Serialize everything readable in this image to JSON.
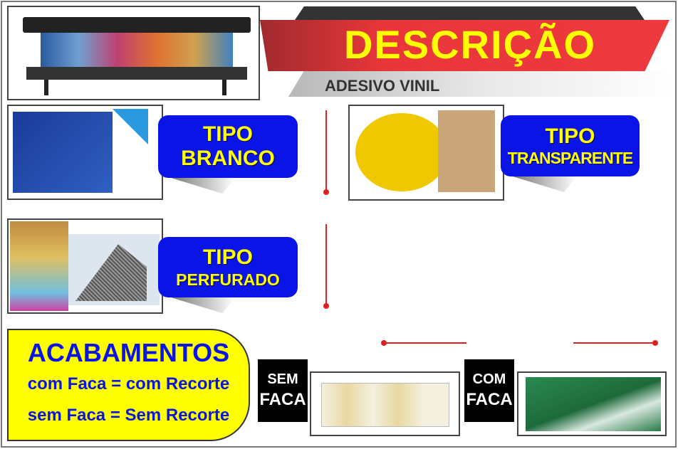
{
  "header": {
    "title": "DESCRIÇÃO",
    "subtitle": "ADESIVO VINIL"
  },
  "types": [
    {
      "line1": "TIPO",
      "line2": "BRANCO"
    },
    {
      "line1": "TIPO",
      "line2": "TRANSPARENTE"
    },
    {
      "line1": "TIPO",
      "line2": "PERFURADO"
    }
  ],
  "finishes": {
    "title": "ACABAMENTOS",
    "line1": "com Faca = com Recorte",
    "line2": "sem Faca = Sem Recorte"
  },
  "sem_faca": {
    "line1": "SEM",
    "line2": "FACA"
  },
  "com_faca": {
    "line1": "COM",
    "line2": "FACA"
  },
  "colors": {
    "blue": "#0a14e6",
    "yellow": "#ffff00",
    "red": "#e8363a"
  }
}
